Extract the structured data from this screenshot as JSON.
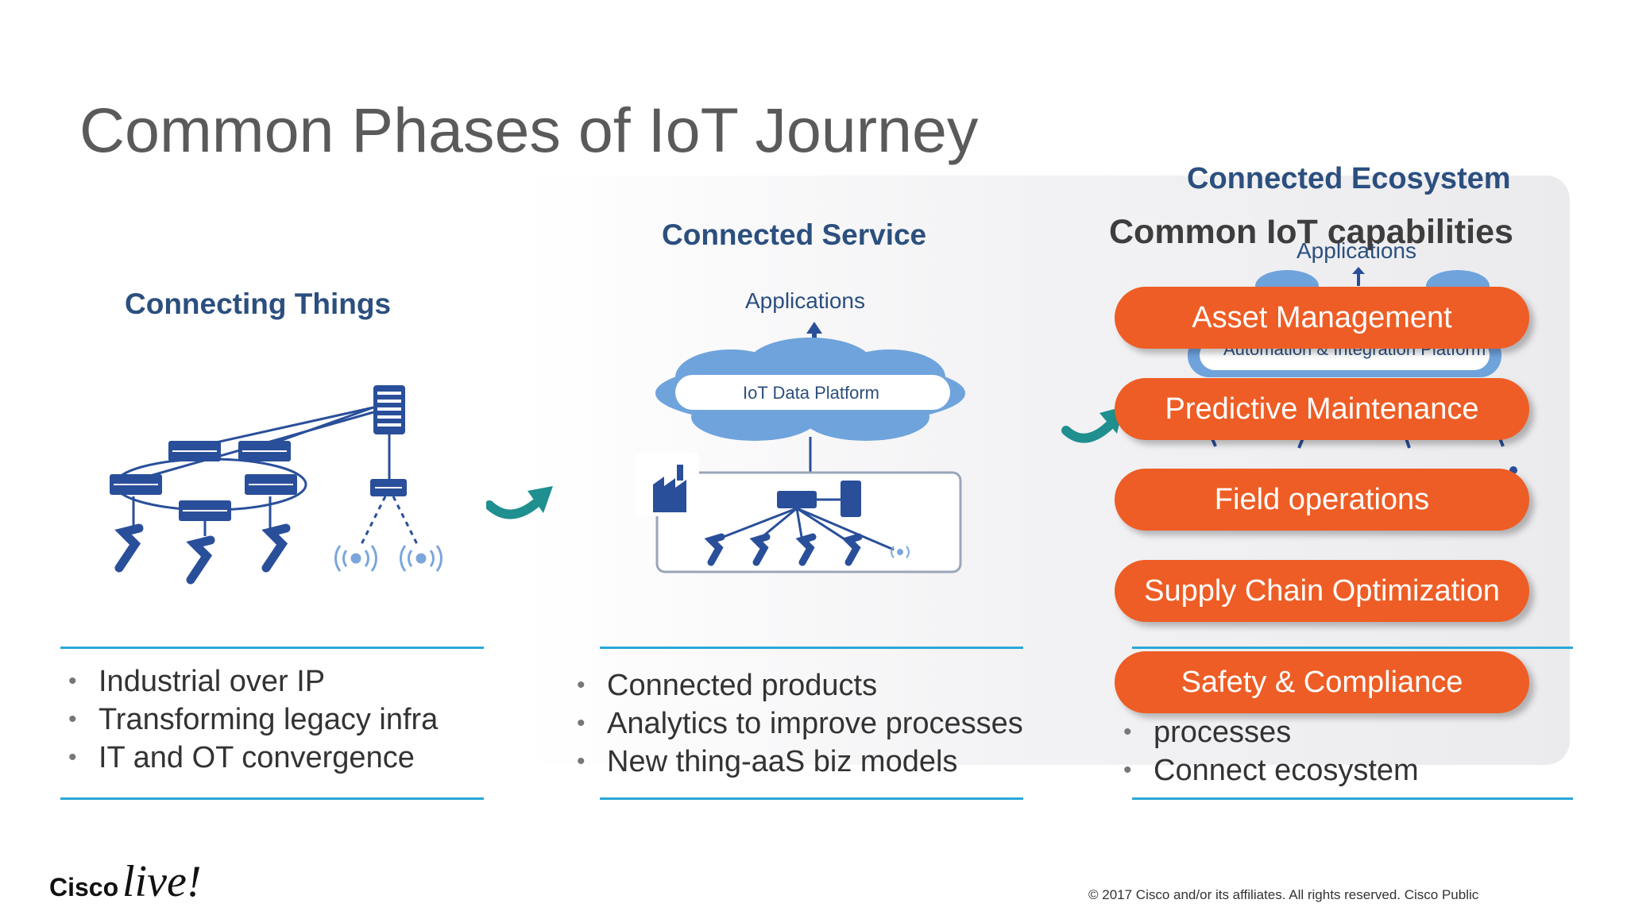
{
  "slide": {
    "title": "Common Phases of IoT Journey"
  },
  "phases": [
    {
      "title": "Connecting Things",
      "bullets": [
        "Industrial over IP",
        "Transforming legacy infra",
        "IT and OT convergence"
      ]
    },
    {
      "title": "Connected Service",
      "diagram_labels": {
        "applications": "Applications",
        "platform": "IoT Data Platform"
      },
      "bullets": [
        "Connected products",
        "Analytics to improve processes",
        "New thing-aaS biz models"
      ]
    },
    {
      "title": "Connected Ecosystem",
      "diagram_labels": {
        "applications": "Applications",
        "platform": "Automation & Integration Platform"
      },
      "bullets": [
        "processes",
        "Connect ecosystem"
      ]
    }
  ],
  "capabilities": {
    "heading": "Common IoT capabilities",
    "items": [
      {
        "label": "Asset Management"
      },
      {
        "label": "Predictive Maintenance"
      },
      {
        "label": "Field operations"
      },
      {
        "label": "Supply Chain Optimization"
      },
      {
        "label": "Safety & Compliance"
      }
    ],
    "color": "#ee5d25"
  },
  "footer": {
    "copyright": "© 2017  Cisco and/or its affiliates. All rights reserved.   Cisco Public",
    "logo_text": "Ciscolive!"
  },
  "colors": {
    "title_gray": "#5a5a5a",
    "phase_blue": "#2b4f7e",
    "device_blue": "#2a4f9a",
    "cloud_blue": "#6fa3dc",
    "rule_cyan": "#29a8d8",
    "arrow_teal": "#1f8f8f"
  }
}
